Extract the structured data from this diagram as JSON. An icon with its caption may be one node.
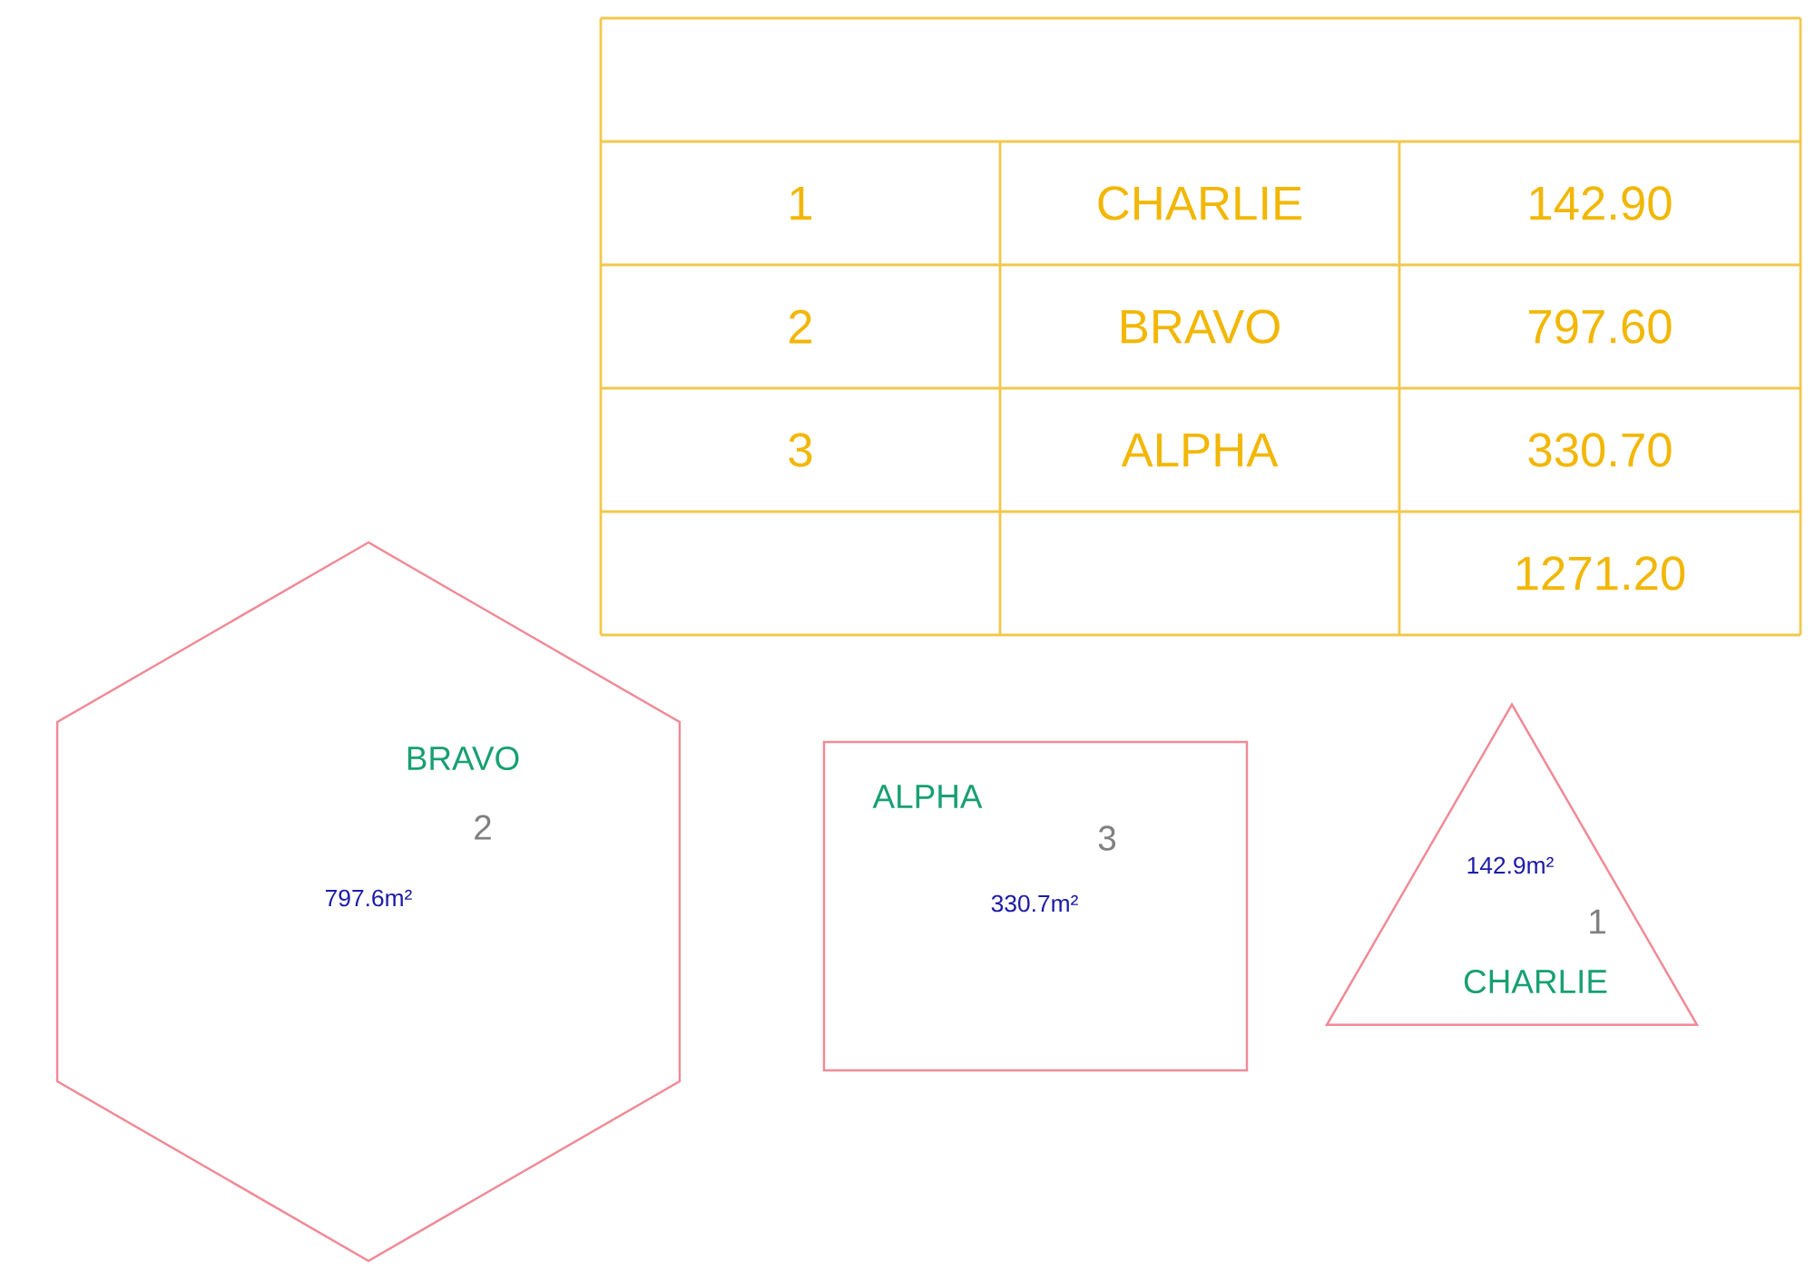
{
  "diagram": {
    "nodes": [
      {
        "text": [
          "BRAVO",
          "2",
          "797.6m²"
        ]
      },
      {
        "text": [
          "ALPHA",
          "3",
          "330.7m²"
        ]
      },
      {
        "text": [
          "142.9m²",
          "1",
          "CHARLIE"
        ]
      }
    ],
    "labels": [
      "1",
      "CHARLIE",
      "142.90",
      "2",
      "BRAVO",
      "797.60",
      "3",
      "ALPHA",
      "330.70",
      "1271.20"
    ]
  }
}
